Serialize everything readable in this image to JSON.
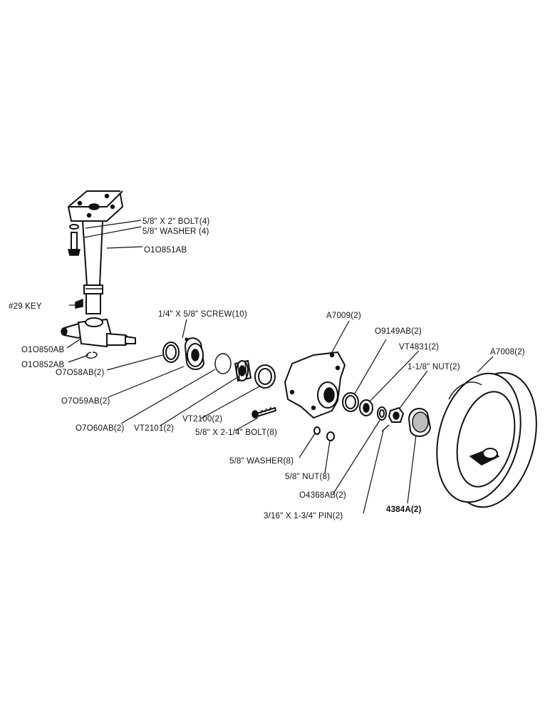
{
  "labels": {
    "bolt_5_8x2": "5/8\" X 2\" BOLT(4)",
    "washer_5_8_4": "5/8\" WASHER (4)",
    "spindle": "O1O851AB",
    "key": "#29 KEY",
    "screw": "1/4\" X 5/8\" SCREW(10)",
    "a7009": "A7009(2)",
    "p09149": "O9149AB(2)",
    "vt4831": "VT4831(2)",
    "nut_1_1_8": "1-1/8\" NUT(2)",
    "a7008": "A7008(2)",
    "p010850": "O1O850AB",
    "p010852": "O1O852AB",
    "p07058": "O7O58AB(2)",
    "p07059": "O7O59AB(2)",
    "p07060": "O7O60AB(2)",
    "vt2101": "VT2101(2)",
    "vt2100": "VT2100(2)",
    "bolt_5_8x2_1_4": "5/8\" X 2-1/4\" BOLT(8)",
    "washer_5_8_8": "5/8\" WASHER(8)",
    "nut_5_8": "5/8\" NUT(8)",
    "p04368": "O4368AB(2)",
    "pin": "3/16\" X 1-3/4\" PIN(2)",
    "p4384a": "4384A(2)"
  }
}
